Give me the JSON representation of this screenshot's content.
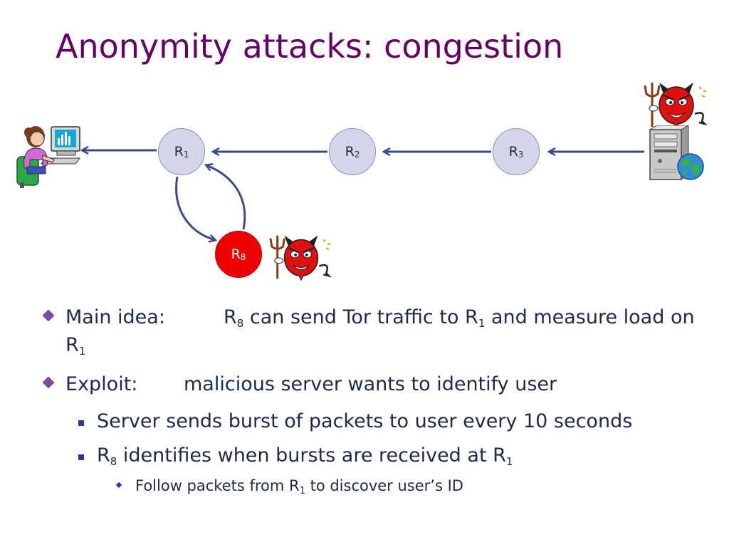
{
  "slide": {
    "title": "Anonymity attacks: congestion"
  },
  "diagram": {
    "routers": [
      {
        "label": "R",
        "sub": "1"
      },
      {
        "label": "R",
        "sub": "2"
      },
      {
        "label": "R",
        "sub": "3"
      },
      {
        "label": "R",
        "sub": "8"
      }
    ],
    "colors": {
      "router_fill": "#d4d6ec",
      "malicious_router_fill": "#ee0000",
      "arrow": "#3b4a8c",
      "title": "#660066"
    },
    "icons": [
      "user-at-computer-icon",
      "devil-icon",
      "server-icon",
      "globe-icon",
      "devil-icon"
    ]
  },
  "bullets": {
    "b1": {
      "label": "Main idea:",
      "t1": "R",
      "t1_sub": "8",
      "t2": " can send Tor traffic to R",
      "t2_sub": "1",
      "t3": " and measure load on R",
      "t3_sub": "1"
    },
    "b2": {
      "label": "Exploit:",
      "text": "malicious server wants to identify user",
      "sub1": "Server sends burst of packets to user every 10 seconds",
      "sub2": {
        "t1": "R",
        "t1_sub": "8",
        "t2": " identifies when bursts are received at R",
        "t2_sub": "1"
      },
      "subsub1": {
        "t1": "Follow packets from R",
        "t1_sub": "1",
        "t2": " to discover user’s ID"
      }
    }
  }
}
